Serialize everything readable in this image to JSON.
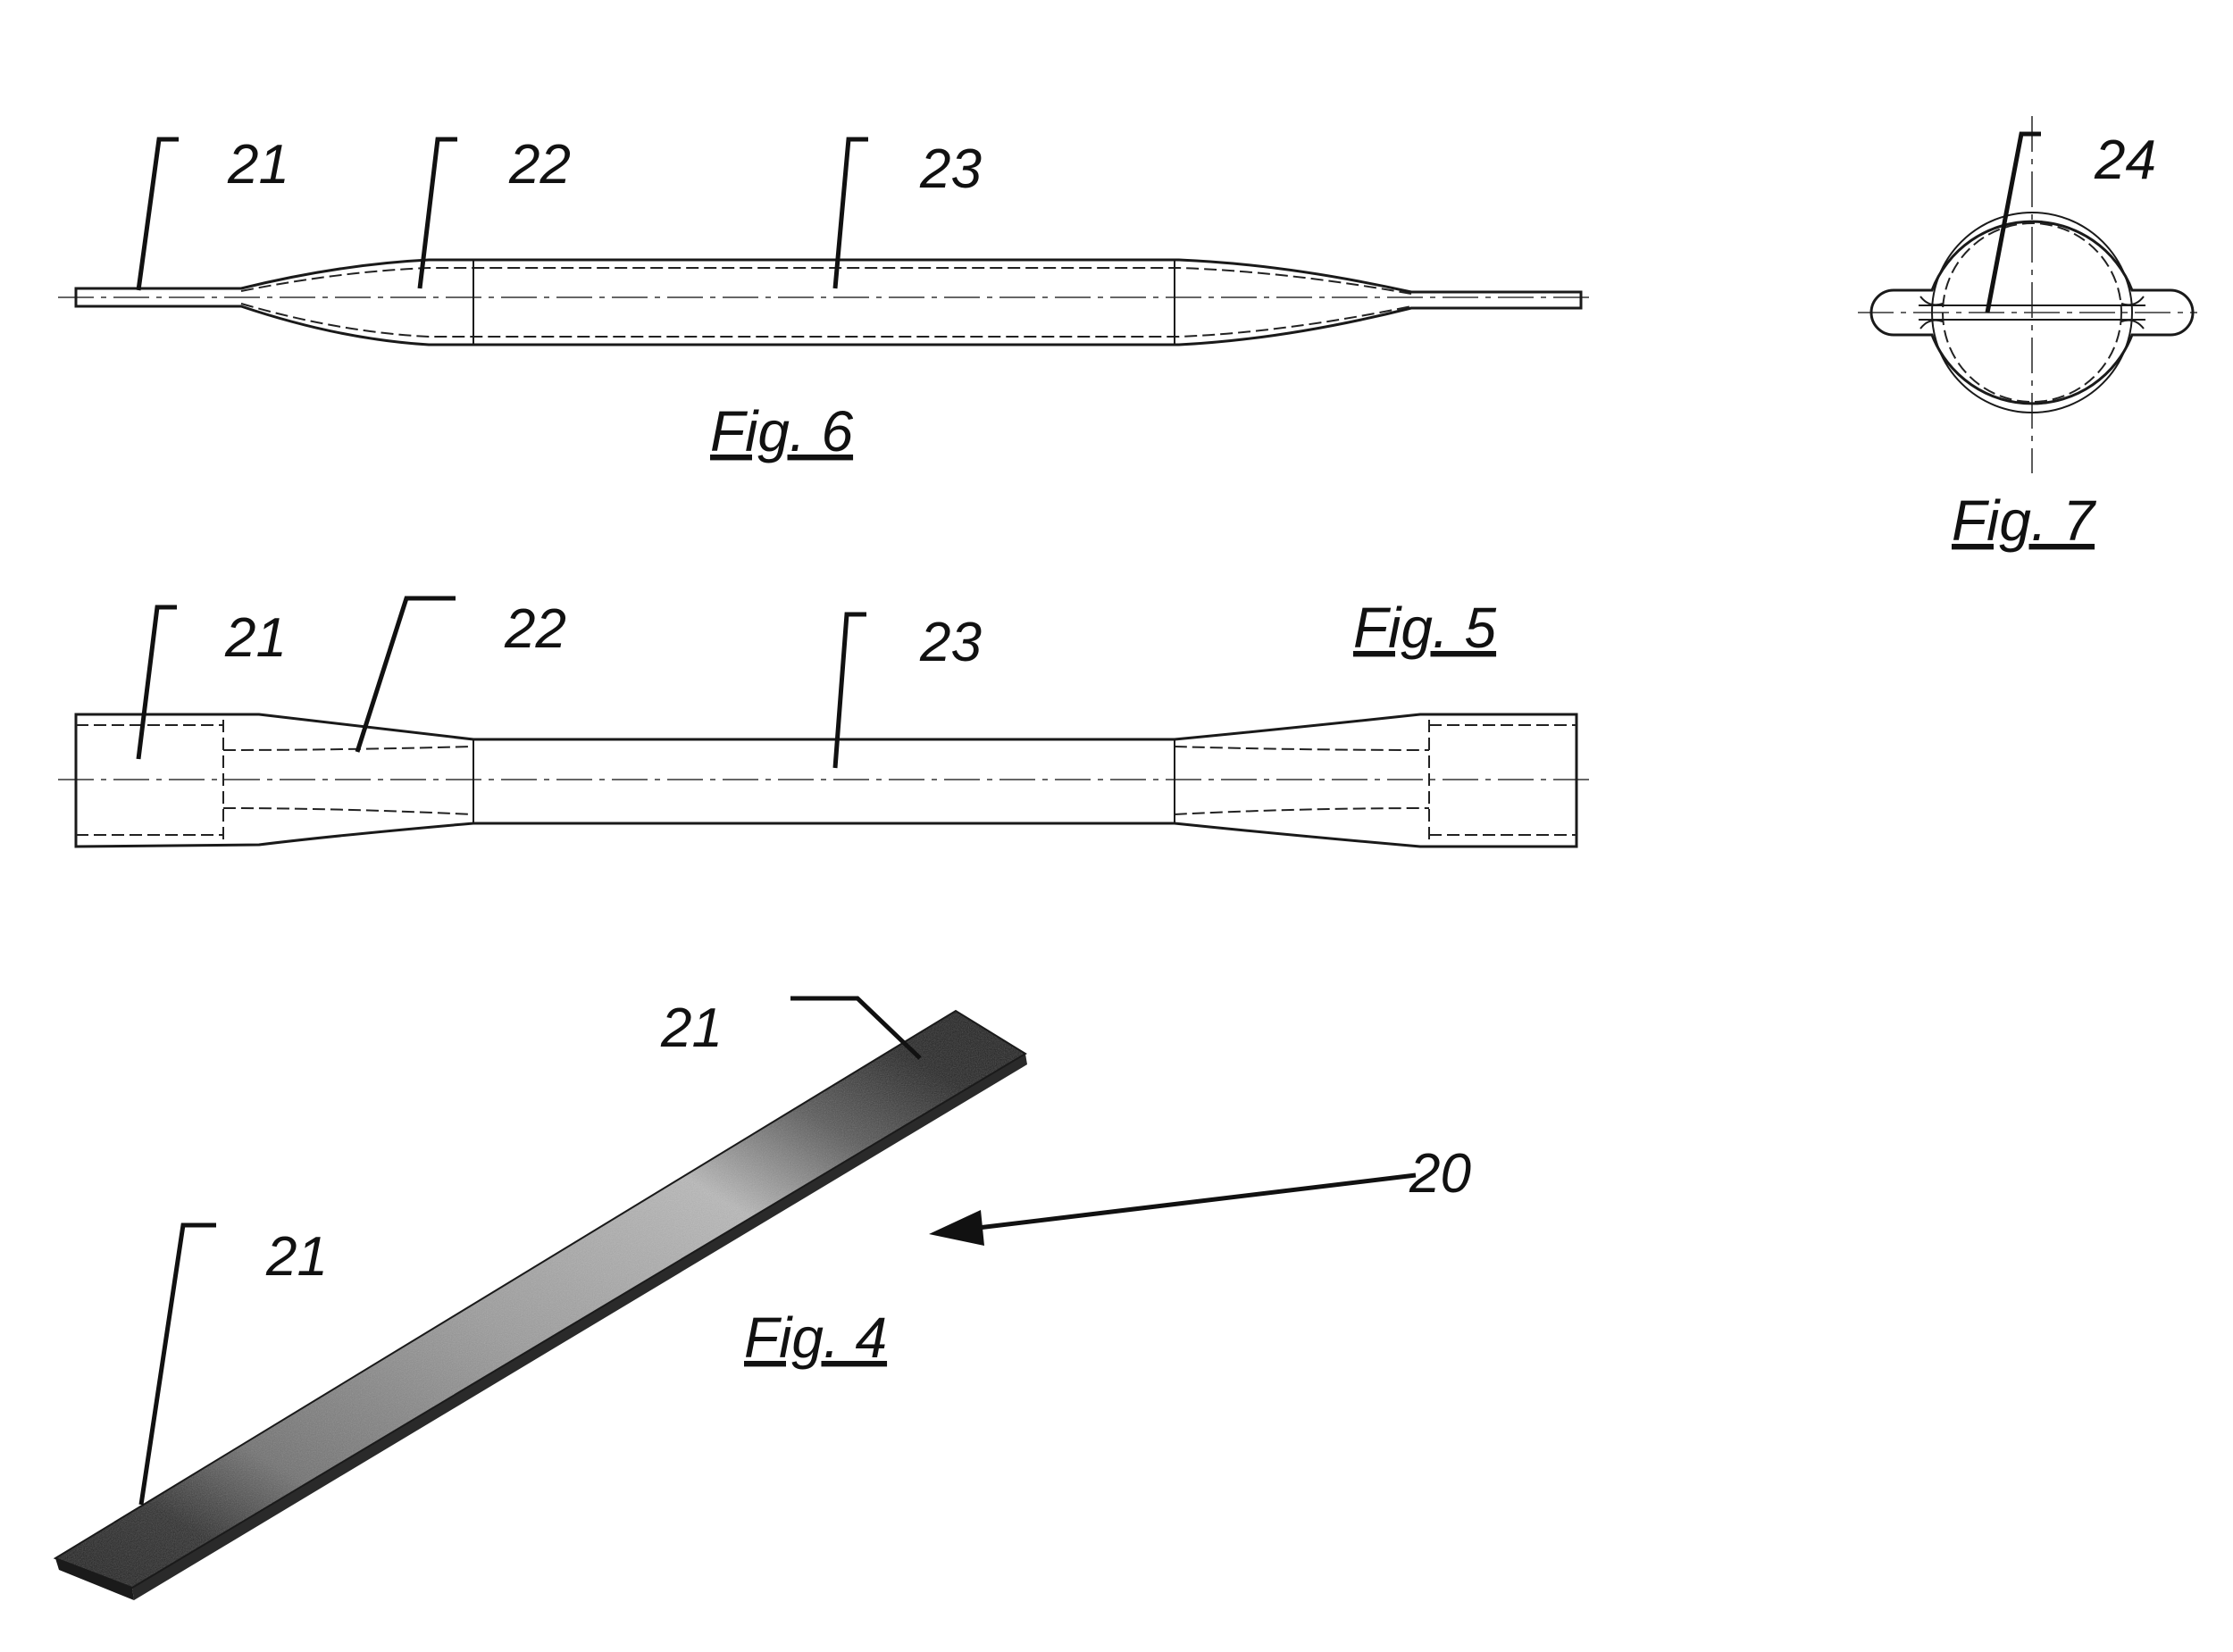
{
  "figures": {
    "fig6": {
      "caption": "Fig. 6",
      "refs": [
        "21",
        "22",
        "23"
      ]
    },
    "fig7": {
      "caption": "Fig. 7",
      "refs": [
        "24"
      ]
    },
    "fig5": {
      "caption": "Fig. 5",
      "refs": [
        "21",
        "22",
        "23"
      ]
    },
    "fig4": {
      "caption": "Fig. 4",
      "refs": [
        "21",
        "21",
        "20"
      ]
    }
  },
  "colors": {
    "line": "#1a1a1a",
    "bar_dark": "#222222",
    "bar_mid": "#8a8a8a",
    "bar_light": "#d8d8d8"
  }
}
